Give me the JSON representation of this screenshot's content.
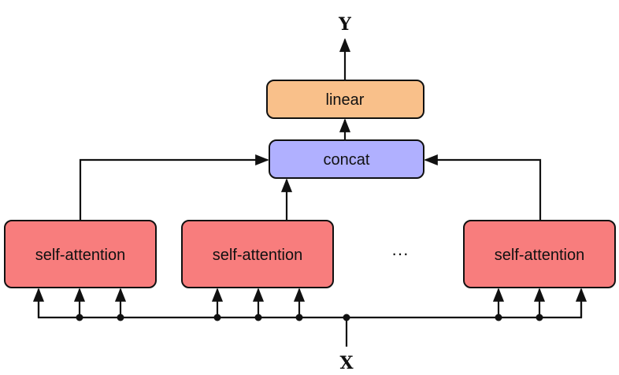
{
  "labels": {
    "output": "Y",
    "input": "X",
    "linear": "linear",
    "concat": "concat",
    "heads": [
      "self-attention",
      "self-attention",
      "self-attention"
    ],
    "ellipsis": "···"
  },
  "colors": {
    "linear_fill": "#f9c08a",
    "concat_fill": "#b0b0ff",
    "head_fill": "#f87d7d",
    "stroke": "#111111"
  }
}
